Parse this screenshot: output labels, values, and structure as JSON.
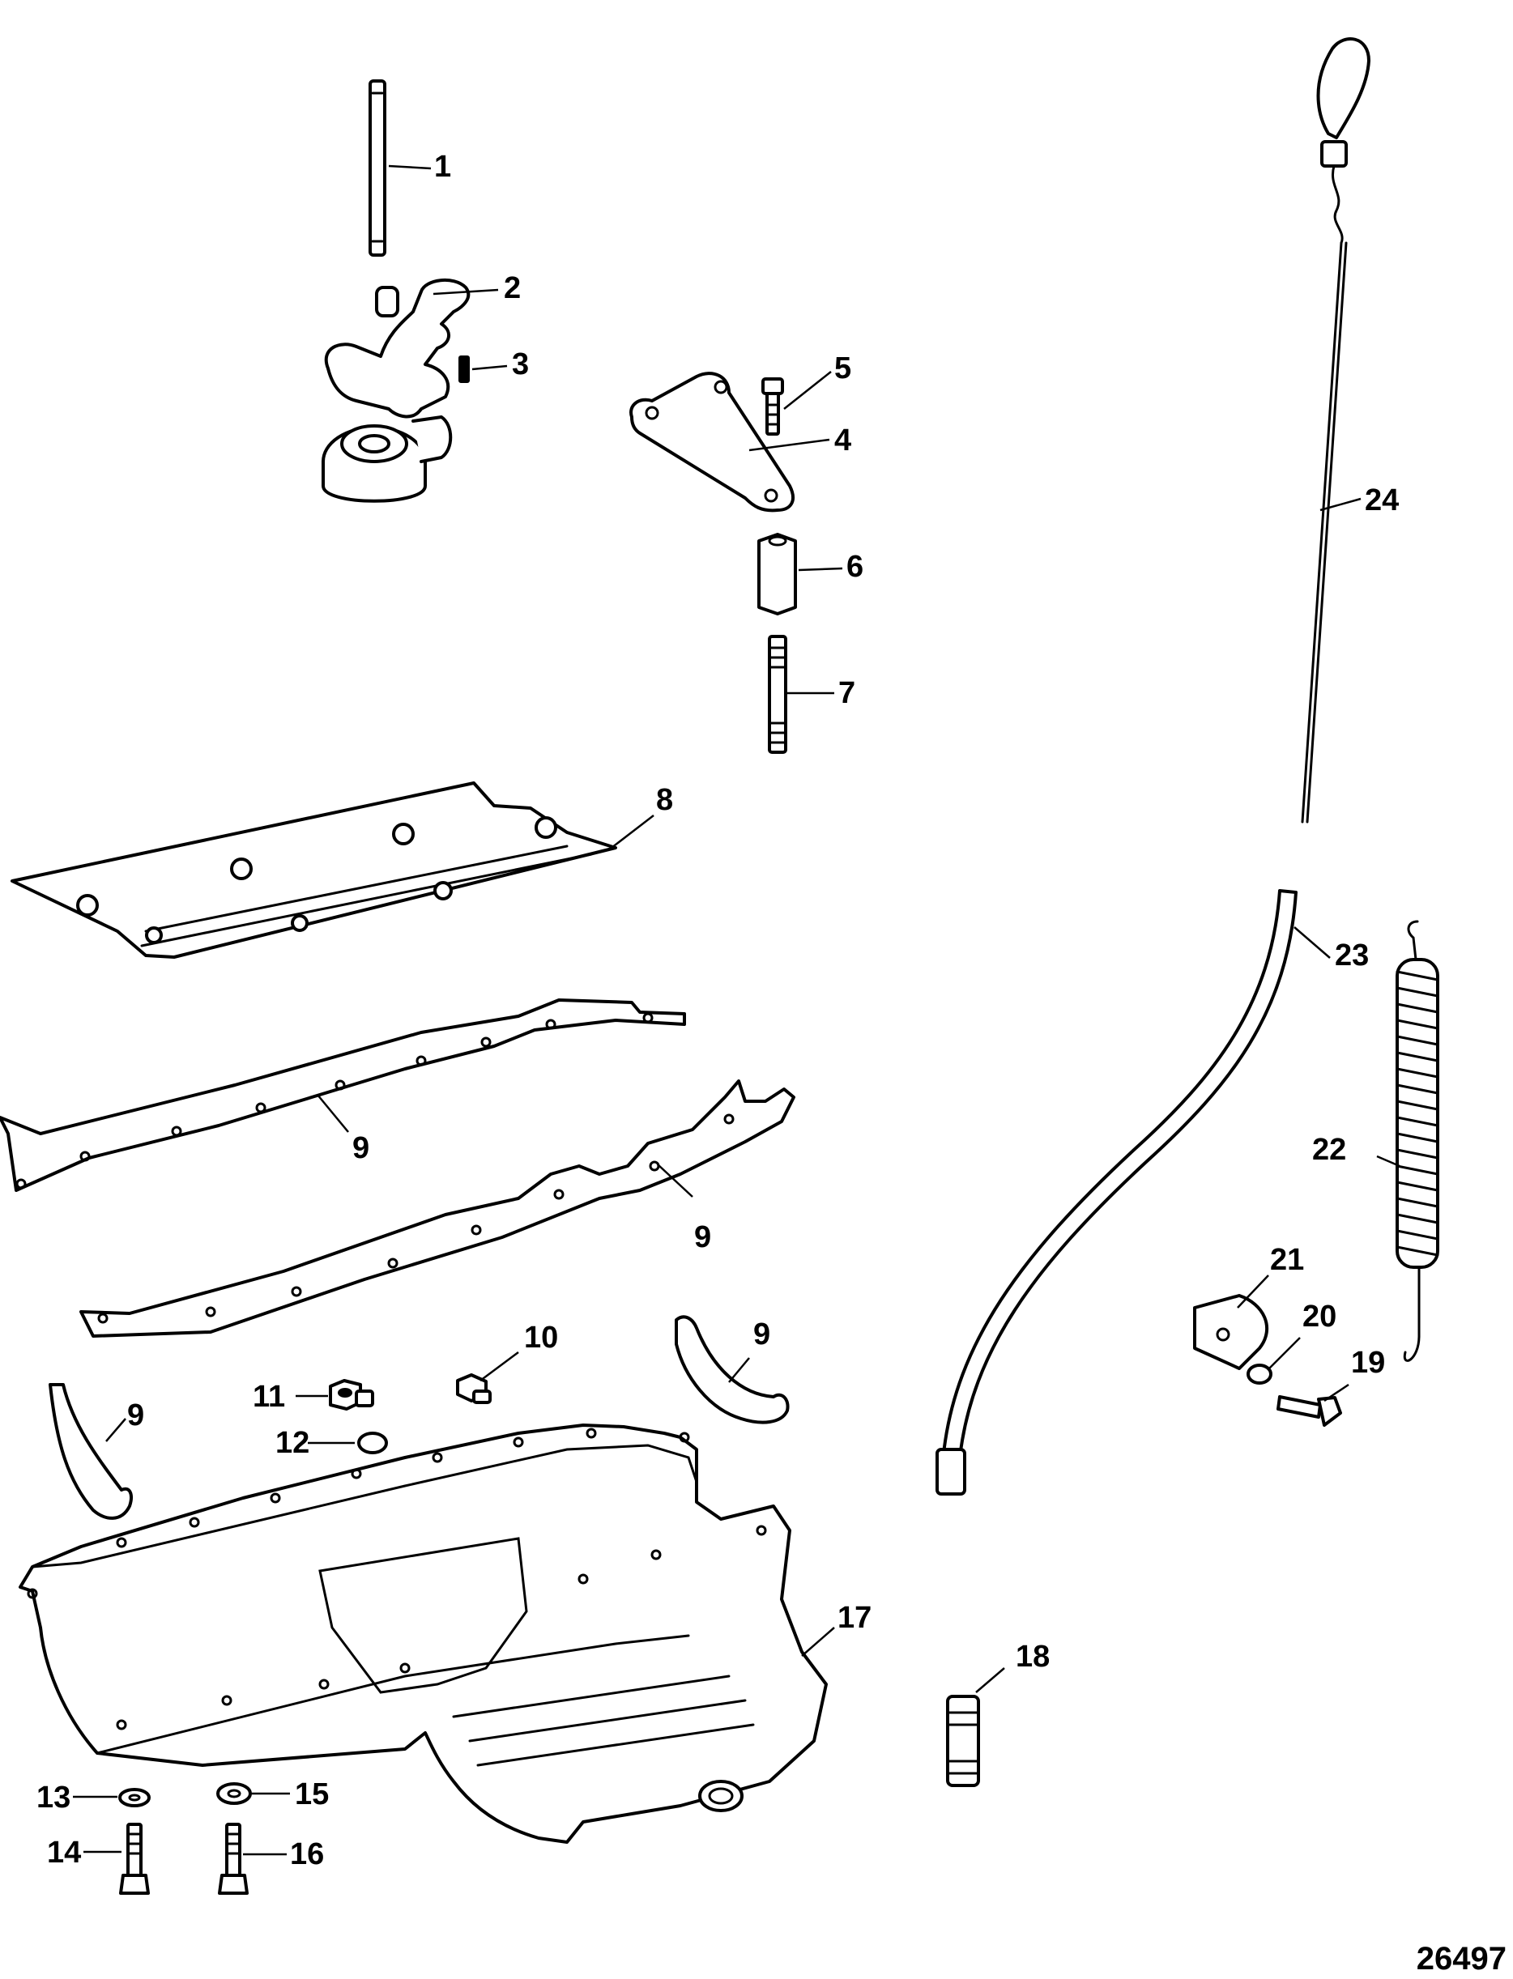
{
  "figure": {
    "figure_number": "26497",
    "callouts": [
      "1",
      "2",
      "3",
      "4",
      "5",
      "6",
      "7",
      "8",
      "9",
      "9",
      "9",
      "9",
      "10",
      "11",
      "12",
      "13",
      "14",
      "15",
      "16",
      "17",
      "18",
      "19",
      "20",
      "21",
      "22",
      "23",
      "24"
    ]
  }
}
